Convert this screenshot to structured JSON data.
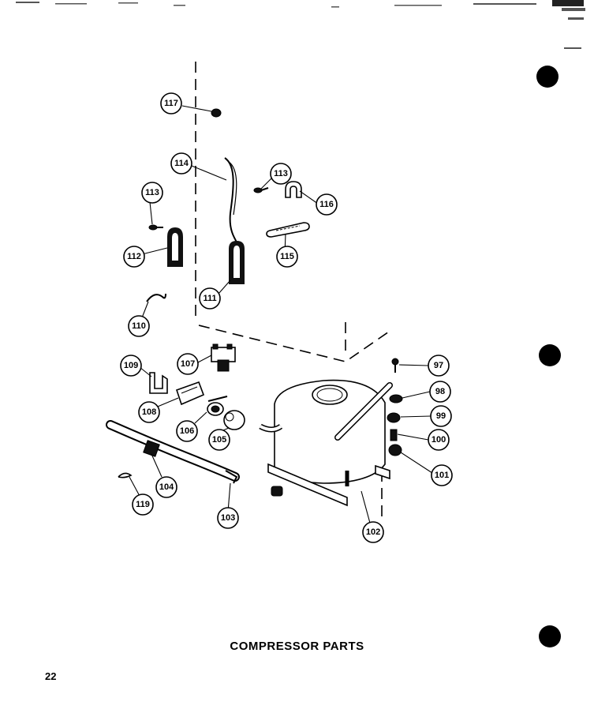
{
  "diagram": {
    "callouts": [
      {
        "id": "c97",
        "label": "97"
      },
      {
        "id": "c98",
        "label": "98"
      },
      {
        "id": "c99",
        "label": "99"
      },
      {
        "id": "c100",
        "label": "100"
      },
      {
        "id": "c101",
        "label": "101"
      },
      {
        "id": "c102",
        "label": "102"
      },
      {
        "id": "c103",
        "label": "103"
      },
      {
        "id": "c104",
        "label": "104"
      },
      {
        "id": "c105",
        "label": "105"
      },
      {
        "id": "c106",
        "label": "106"
      },
      {
        "id": "c107",
        "label": "107"
      },
      {
        "id": "c108",
        "label": "108"
      },
      {
        "id": "c109",
        "label": "109"
      },
      {
        "id": "c110",
        "label": "110"
      },
      {
        "id": "c111",
        "label": "111"
      },
      {
        "id": "c112",
        "label": "112"
      },
      {
        "id": "c113a",
        "label": "113"
      },
      {
        "id": "c113b",
        "label": "113"
      },
      {
        "id": "c114",
        "label": "114"
      },
      {
        "id": "c115",
        "label": "115"
      },
      {
        "id": "c116",
        "label": "116"
      },
      {
        "id": "c117",
        "label": "117"
      },
      {
        "id": "c119",
        "label": "119"
      }
    ]
  },
  "caption": "COMPRESSOR PARTS",
  "page_number": "22"
}
